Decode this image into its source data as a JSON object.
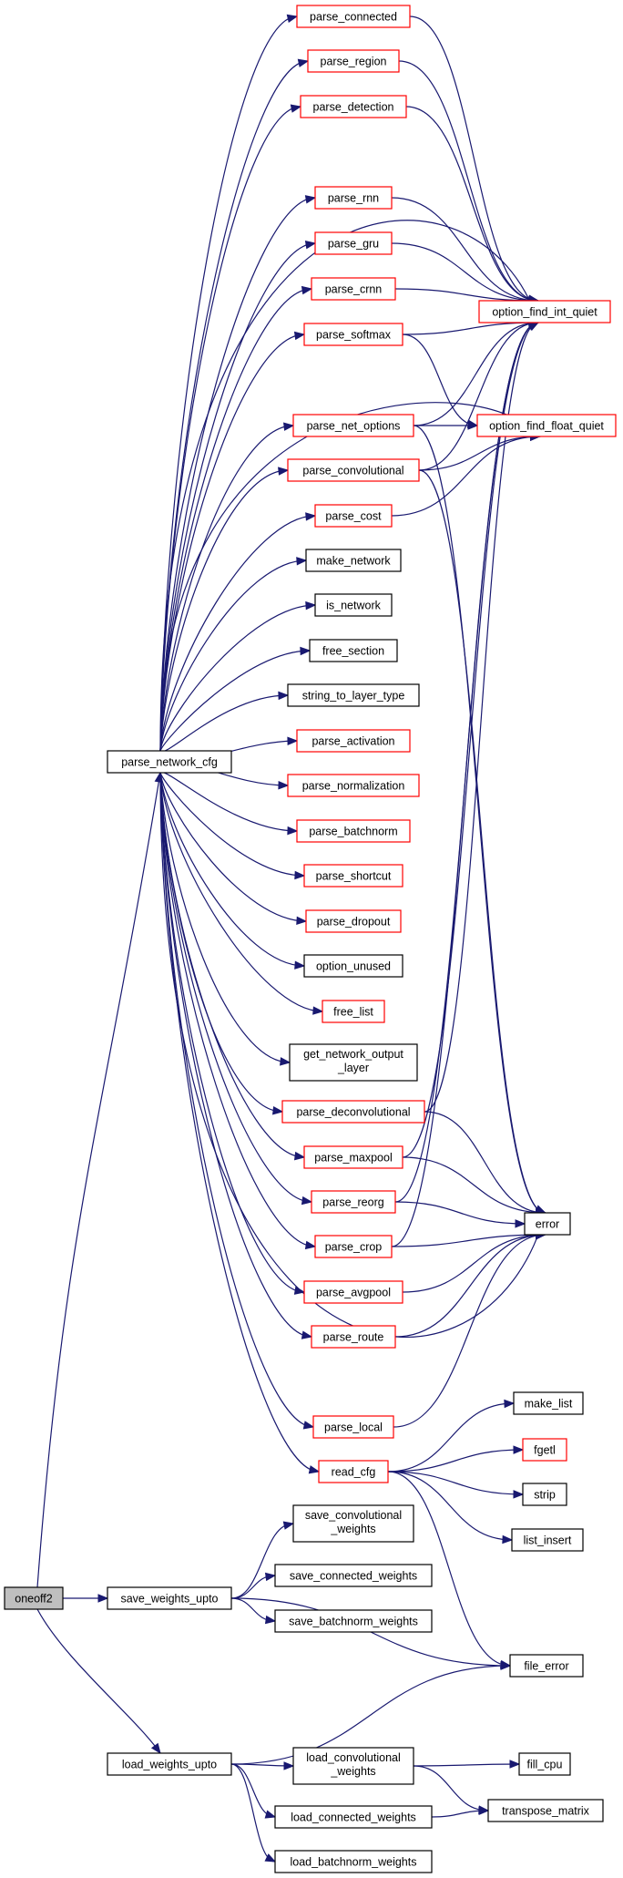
{
  "colors": {
    "edge": "#191970",
    "border_link": "#ff0000",
    "border_plain": "#000000",
    "root_fill": "#bfbfbf"
  },
  "nodes": [
    {
      "id": "oneoff2",
      "label": [
        "oneoff2"
      ],
      "kind": "root"
    },
    {
      "id": "parse_network_cfg",
      "label": [
        "parse_network_cfg"
      ],
      "kind": "plain"
    },
    {
      "id": "save_weights_upto",
      "label": [
        "save_weights_upto"
      ],
      "kind": "plain"
    },
    {
      "id": "load_weights_upto",
      "label": [
        "load_weights_upto"
      ],
      "kind": "plain"
    },
    {
      "id": "parse_connected",
      "label": [
        "parse_connected"
      ],
      "kind": "link"
    },
    {
      "id": "parse_region",
      "label": [
        "parse_region"
      ],
      "kind": "link"
    },
    {
      "id": "parse_detection",
      "label": [
        "parse_detection"
      ],
      "kind": "link"
    },
    {
      "id": "parse_rnn",
      "label": [
        "parse_rnn"
      ],
      "kind": "link"
    },
    {
      "id": "parse_gru",
      "label": [
        "parse_gru"
      ],
      "kind": "link"
    },
    {
      "id": "parse_crnn",
      "label": [
        "parse_crnn"
      ],
      "kind": "link"
    },
    {
      "id": "parse_softmax",
      "label": [
        "parse_softmax"
      ],
      "kind": "link"
    },
    {
      "id": "parse_net_options",
      "label": [
        "parse_net_options"
      ],
      "kind": "link"
    },
    {
      "id": "parse_convolutional",
      "label": [
        "parse_convolutional"
      ],
      "kind": "link"
    },
    {
      "id": "parse_cost",
      "label": [
        "parse_cost"
      ],
      "kind": "link"
    },
    {
      "id": "make_network",
      "label": [
        "make_network"
      ],
      "kind": "plain"
    },
    {
      "id": "is_network",
      "label": [
        "is_network"
      ],
      "kind": "plain"
    },
    {
      "id": "free_section",
      "label": [
        "free_section"
      ],
      "kind": "plain"
    },
    {
      "id": "string_to_layer_type",
      "label": [
        "string_to_layer_type"
      ],
      "kind": "plain"
    },
    {
      "id": "parse_activation",
      "label": [
        "parse_activation"
      ],
      "kind": "link"
    },
    {
      "id": "parse_normalization",
      "label": [
        "parse_normalization"
      ],
      "kind": "link"
    },
    {
      "id": "parse_batchnorm",
      "label": [
        "parse_batchnorm"
      ],
      "kind": "link"
    },
    {
      "id": "parse_shortcut",
      "label": [
        "parse_shortcut"
      ],
      "kind": "link"
    },
    {
      "id": "parse_dropout",
      "label": [
        "parse_dropout"
      ],
      "kind": "link"
    },
    {
      "id": "option_unused",
      "label": [
        "option_unused"
      ],
      "kind": "plain"
    },
    {
      "id": "free_list",
      "label": [
        "free_list"
      ],
      "kind": "link"
    },
    {
      "id": "get_network_output_layer",
      "label": [
        "get_network_output",
        "_layer"
      ],
      "kind": "plain"
    },
    {
      "id": "parse_deconvolutional",
      "label": [
        "parse_deconvolutional"
      ],
      "kind": "link"
    },
    {
      "id": "parse_maxpool",
      "label": [
        "parse_maxpool"
      ],
      "kind": "link"
    },
    {
      "id": "parse_reorg",
      "label": [
        "parse_reorg"
      ],
      "kind": "link"
    },
    {
      "id": "parse_crop",
      "label": [
        "parse_crop"
      ],
      "kind": "link"
    },
    {
      "id": "parse_avgpool",
      "label": [
        "parse_avgpool"
      ],
      "kind": "link"
    },
    {
      "id": "parse_route",
      "label": [
        "parse_route"
      ],
      "kind": "link"
    },
    {
      "id": "parse_local",
      "label": [
        "parse_local"
      ],
      "kind": "link"
    },
    {
      "id": "read_cfg",
      "label": [
        "read_cfg"
      ],
      "kind": "link"
    },
    {
      "id": "option_find_int_quiet",
      "label": [
        "option_find_int_quiet"
      ],
      "kind": "link"
    },
    {
      "id": "option_find_float_quiet",
      "label": [
        "option_find_float_quiet"
      ],
      "kind": "link"
    },
    {
      "id": "error",
      "label": [
        "error"
      ],
      "kind": "plain"
    },
    {
      "id": "make_list",
      "label": [
        "make_list"
      ],
      "kind": "plain"
    },
    {
      "id": "fgetl",
      "label": [
        "fgetl"
      ],
      "kind": "link"
    },
    {
      "id": "strip",
      "label": [
        "strip"
      ],
      "kind": "plain"
    },
    {
      "id": "list_insert",
      "label": [
        "list_insert"
      ],
      "kind": "plain"
    },
    {
      "id": "save_convolutional_weights",
      "label": [
        "save_convolutional",
        "_weights"
      ],
      "kind": "plain"
    },
    {
      "id": "save_connected_weights",
      "label": [
        "save_connected_weights"
      ],
      "kind": "plain"
    },
    {
      "id": "save_batchnorm_weights",
      "label": [
        "save_batchnorm_weights"
      ],
      "kind": "plain"
    },
    {
      "id": "file_error",
      "label": [
        "file_error"
      ],
      "kind": "plain"
    },
    {
      "id": "load_convolutional_weights",
      "label": [
        "load_convolutional",
        "_weights"
      ],
      "kind": "plain"
    },
    {
      "id": "fill_cpu",
      "label": [
        "fill_cpu"
      ],
      "kind": "plain"
    },
    {
      "id": "load_connected_weights",
      "label": [
        "load_connected_weights"
      ],
      "kind": "plain"
    },
    {
      "id": "transpose_matrix",
      "label": [
        "transpose_matrix"
      ],
      "kind": "plain"
    },
    {
      "id": "load_batchnorm_weights",
      "label": [
        "load_batchnorm_weights"
      ],
      "kind": "plain"
    }
  ],
  "edges": [
    [
      "oneoff2",
      "parse_network_cfg"
    ],
    [
      "oneoff2",
      "save_weights_upto"
    ],
    [
      "oneoff2",
      "load_weights_upto"
    ],
    [
      "parse_network_cfg",
      "parse_connected"
    ],
    [
      "parse_network_cfg",
      "parse_region"
    ],
    [
      "parse_network_cfg",
      "parse_detection"
    ],
    [
      "parse_network_cfg",
      "option_find_int_quiet"
    ],
    [
      "parse_network_cfg",
      "parse_rnn"
    ],
    [
      "parse_network_cfg",
      "parse_gru"
    ],
    [
      "parse_network_cfg",
      "parse_crnn"
    ],
    [
      "parse_network_cfg",
      "parse_softmax"
    ],
    [
      "parse_network_cfg",
      "option_find_float_quiet"
    ],
    [
      "parse_network_cfg",
      "parse_net_options"
    ],
    [
      "parse_network_cfg",
      "parse_convolutional"
    ],
    [
      "parse_network_cfg",
      "parse_cost"
    ],
    [
      "parse_network_cfg",
      "make_network"
    ],
    [
      "parse_network_cfg",
      "is_network"
    ],
    [
      "parse_network_cfg",
      "free_section"
    ],
    [
      "parse_network_cfg",
      "string_to_layer_type"
    ],
    [
      "parse_network_cfg",
      "parse_activation"
    ],
    [
      "parse_network_cfg",
      "parse_normalization"
    ],
    [
      "parse_network_cfg",
      "parse_batchnorm"
    ],
    [
      "parse_network_cfg",
      "parse_shortcut"
    ],
    [
      "parse_network_cfg",
      "parse_dropout"
    ],
    [
      "parse_network_cfg",
      "option_unused"
    ],
    [
      "parse_network_cfg",
      "free_list"
    ],
    [
      "parse_network_cfg",
      "get_network_output_layer"
    ],
    [
      "parse_network_cfg",
      "parse_deconvolutional"
    ],
    [
      "parse_network_cfg",
      "parse_maxpool"
    ],
    [
      "parse_network_cfg",
      "parse_reorg"
    ],
    [
      "parse_network_cfg",
      "parse_crop"
    ],
    [
      "parse_network_cfg",
      "parse_avgpool"
    ],
    [
      "parse_network_cfg",
      "parse_route"
    ],
    [
      "parse_network_cfg",
      "error"
    ],
    [
      "parse_network_cfg",
      "parse_local"
    ],
    [
      "parse_network_cfg",
      "read_cfg"
    ],
    [
      "parse_connected",
      "option_find_int_quiet"
    ],
    [
      "parse_region",
      "option_find_int_quiet"
    ],
    [
      "parse_detection",
      "option_find_int_quiet"
    ],
    [
      "parse_rnn",
      "option_find_int_quiet"
    ],
    [
      "parse_gru",
      "option_find_int_quiet"
    ],
    [
      "parse_crnn",
      "option_find_int_quiet"
    ],
    [
      "parse_softmax",
      "option_find_int_quiet"
    ],
    [
      "parse_softmax",
      "option_find_float_quiet"
    ],
    [
      "parse_net_options",
      "option_find_int_quiet"
    ],
    [
      "parse_net_options",
      "option_find_float_quiet"
    ],
    [
      "parse_net_options",
      "error"
    ],
    [
      "parse_convolutional",
      "option_find_int_quiet"
    ],
    [
      "parse_convolutional",
      "option_find_float_quiet"
    ],
    [
      "parse_convolutional",
      "error"
    ],
    [
      "parse_cost",
      "option_find_float_quiet"
    ],
    [
      "parse_deconvolutional",
      "option_find_int_quiet"
    ],
    [
      "parse_deconvolutional",
      "error"
    ],
    [
      "parse_maxpool",
      "option_find_int_quiet"
    ],
    [
      "parse_maxpool",
      "error"
    ],
    [
      "parse_reorg",
      "option_find_int_quiet"
    ],
    [
      "parse_reorg",
      "error"
    ],
    [
      "parse_crop",
      "option_find_int_quiet"
    ],
    [
      "parse_crop",
      "error"
    ],
    [
      "parse_avgpool",
      "error"
    ],
    [
      "parse_route",
      "error"
    ],
    [
      "parse_local",
      "error"
    ],
    [
      "read_cfg",
      "make_list"
    ],
    [
      "read_cfg",
      "fgetl"
    ],
    [
      "read_cfg",
      "strip"
    ],
    [
      "read_cfg",
      "list_insert"
    ],
    [
      "read_cfg",
      "file_error"
    ],
    [
      "save_weights_upto",
      "save_convolutional_weights"
    ],
    [
      "save_weights_upto",
      "save_connected_weights"
    ],
    [
      "save_weights_upto",
      "save_batchnorm_weights"
    ],
    [
      "save_weights_upto",
      "file_error"
    ],
    [
      "load_weights_upto",
      "file_error"
    ],
    [
      "load_weights_upto",
      "load_convolutional_weights"
    ],
    [
      "load_weights_upto",
      "load_connected_weights"
    ],
    [
      "load_weights_upto",
      "load_batchnorm_weights"
    ],
    [
      "load_convolutional_weights",
      "fill_cpu"
    ],
    [
      "load_convolutional_weights",
      "transpose_matrix"
    ],
    [
      "load_connected_weights",
      "transpose_matrix"
    ]
  ]
}
